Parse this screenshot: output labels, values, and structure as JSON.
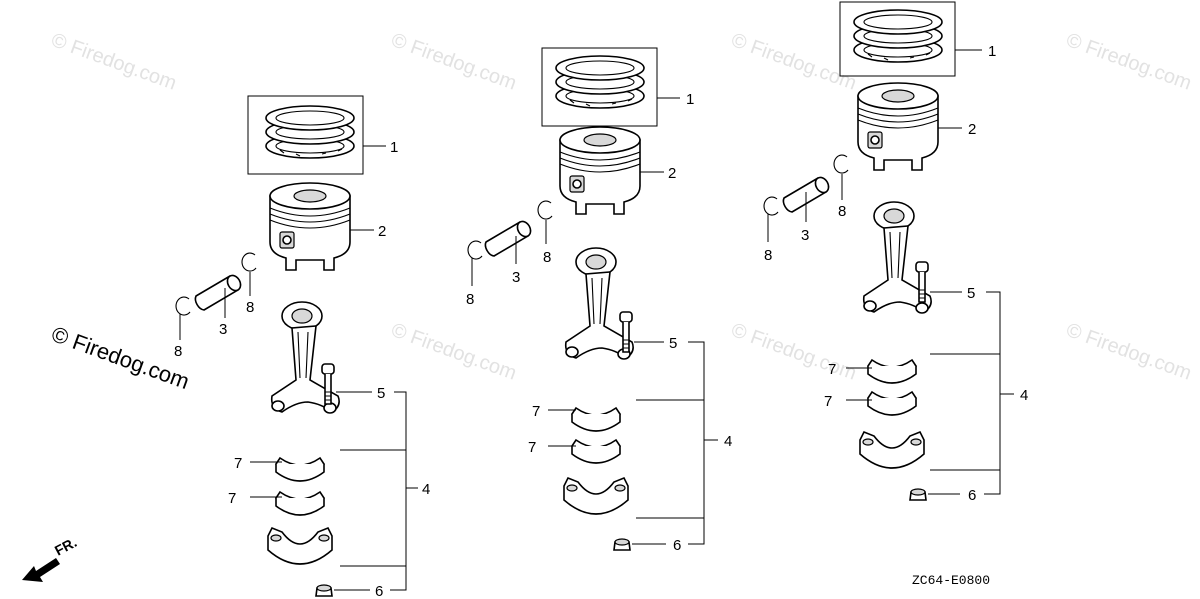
{
  "watermark": {
    "text": "© Firedog.com",
    "side_text": "© Firedog.com"
  },
  "diagram_code": "ZC64-E0800",
  "direction_label": "FR.",
  "callouts": {
    "piston_rings": "1",
    "piston": "2",
    "piston_pin": "3",
    "connecting_rod_assembly": "4",
    "rod_bolt": "5",
    "rod_nut": "6",
    "rod_bearing": "7",
    "pin_clip": "8"
  }
}
